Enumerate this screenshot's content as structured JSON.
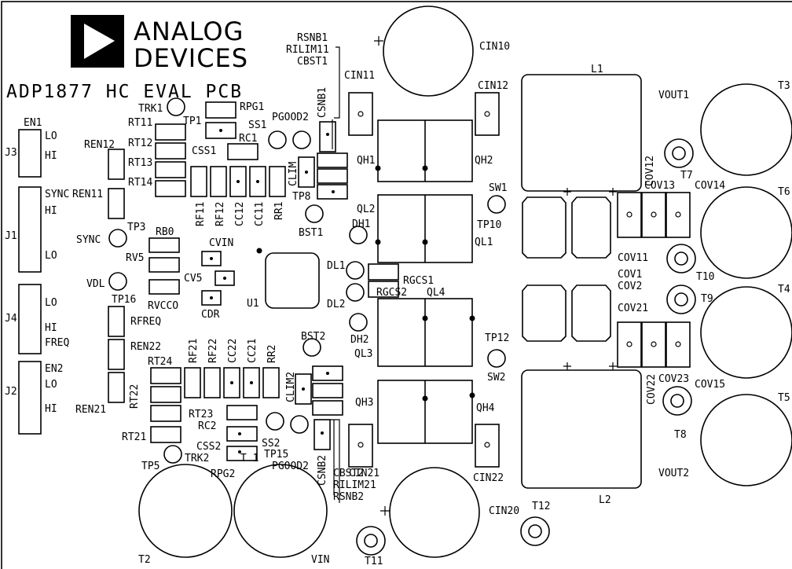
{
  "header": {
    "brand_line1": "ANALOG",
    "brand_line2": "DEVICES",
    "board_title": "ADP1877 HC EVAL PCB"
  },
  "logo": {
    "icon": "analog-devices-triangle-logo"
  },
  "labels": {
    "EN1": "EN1",
    "J3": "J3",
    "LO_J3": "LO",
    "HI_J3": "HI",
    "SYNC_J1": "SYNC",
    "HI_J1": "HI",
    "J1": "J1",
    "LO_J1": "LO",
    "J4": "J4",
    "LO_J4": "LO",
    "HI_J4": "HI",
    "FREQ_J4": "FREQ",
    "EN2": "EN2",
    "LO_J2": "LO",
    "J2": "J2",
    "HI_J2": "HI",
    "REN12": "REN12",
    "REN11": "REN11",
    "SYNC": "SYNC",
    "TP3": "TP3",
    "VDL": "VDL",
    "TP16": "TP16",
    "RFREQ": "RFREQ",
    "REN22": "REN22",
    "REN21": "REN21",
    "TRK1": "TRK1",
    "RT11": "RT11",
    "RT12": "RT12",
    "RT13": "RT13",
    "RT14": "RT14",
    "TP1": "TP1",
    "RPG1": "RPG1",
    "SS1": "SS1",
    "PGOOD2_top": "PGOOD2",
    "CSS1": "CSS1",
    "RC1": "RC1",
    "CLIM": "CLIM",
    "CSNB1": "CSNB1",
    "TP8": "TP8",
    "BST1": "BST1",
    "RF11": "RF11",
    "RF12": "RF12",
    "CC12": "CC12",
    "CC11": "CC11",
    "RR1": "RR1",
    "RB0": "RB0",
    "RV5": "RV5",
    "RVCCO": "RVCCO",
    "CVIN": "CVIN",
    "CV5": "CV5",
    "CDR": "CDR",
    "U1": "U1",
    "RSNB1": "RSNB1",
    "RILIM11": "RILIM11",
    "CBST1": "CBST1",
    "CIN10": "CIN10",
    "CIN11": "CIN11",
    "CIN12": "CIN12",
    "QH1": "QH1",
    "QH2": "QH2",
    "QL2": "QL2",
    "QL1": "QL1",
    "DH1": "DH1",
    "SW1": "SW1",
    "TP10": "TP10",
    "DL1": "DL1",
    "DL2": "DL2",
    "RGCS1": "RGCS1",
    "RGCS2": "RGCS2",
    "QL4": "QL4",
    "DH2": "DH2",
    "QL3": "QL3",
    "TP12": "TP12",
    "SW2": "SW2",
    "QH3": "QH3",
    "QH4": "QH4",
    "BST2": "BST2",
    "CLIM2": "CLIM2",
    "RF21": "RF21",
    "RF22": "RF22",
    "CC22": "CC22",
    "CC21": "CC21",
    "RR2": "RR2",
    "RT24": "RT24",
    "RT22": "RT22",
    "RT21": "RT21",
    "RT23": "RT23",
    "RC2": "RC2",
    "CSS2": "CSS2",
    "SS2": "SS2",
    "TP15": "TP15",
    "T1": "T 1",
    "PGOOD2_bot": "PGOOD2",
    "TP5": "TP5",
    "TRK2": "TRK2",
    "RPG2": "RPG2",
    "CSNB2": "CSNB2",
    "CBST2": "CBST2",
    "RILIM21": "RILIM21",
    "RSNB2": "RSNB2",
    "CIN21": "CIN21",
    "CIN22": "CIN22",
    "CIN20": "CIN20",
    "T2": "T2",
    "VIN": "VIN",
    "T11": "T11",
    "T12": "T12",
    "L1": "L1",
    "L2": "L2",
    "COV12": "COV12",
    "COV13": "COV13",
    "COV14": "COV14",
    "COV11": "COV11",
    "COV1": "COV1",
    "COV2": "COV2",
    "COV21": "COV21",
    "COV22": "COV22",
    "COV23": "COV23",
    "COV15": "COV15",
    "T7": "T7",
    "T10": "T10",
    "T9": "T9",
    "T8": "T8",
    "VOUT1": "VOUT1",
    "VOUT2": "VOUT2",
    "T3": "T3",
    "T6": "T6",
    "T4": "T4",
    "T5": "T5"
  }
}
